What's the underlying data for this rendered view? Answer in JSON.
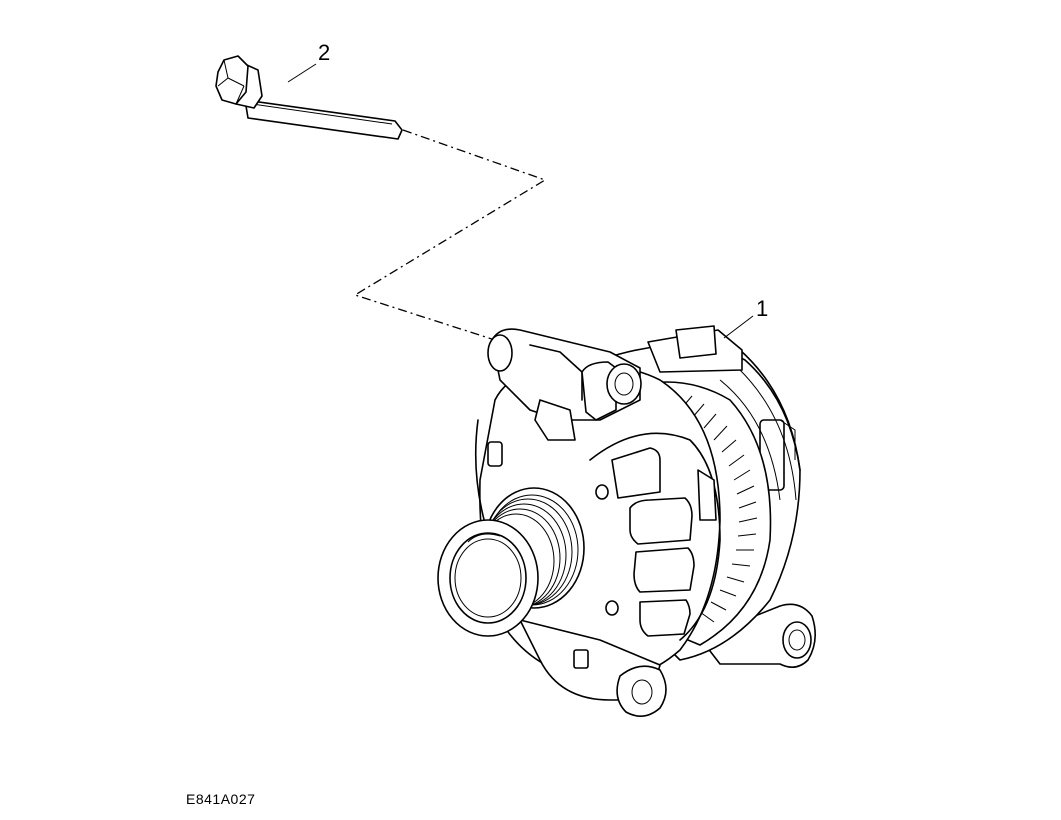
{
  "figure": {
    "id": "E841A027",
    "callouts": [
      {
        "number": "1",
        "part": "alternator"
      },
      {
        "number": "2",
        "part": "bolt"
      }
    ]
  }
}
